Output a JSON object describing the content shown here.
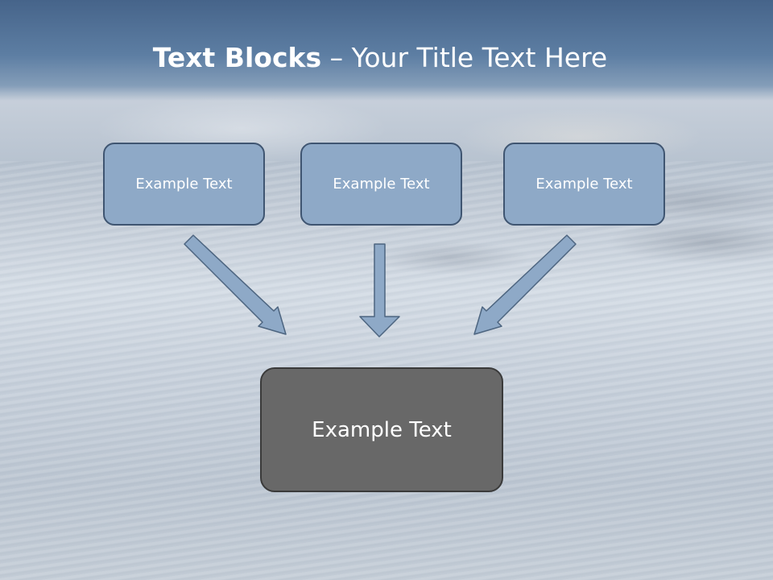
{
  "title": {
    "bold": "Text Blocks",
    "separator": " – ",
    "rest": "Your Title Text Here"
  },
  "sources": [
    {
      "label": "Example Text"
    },
    {
      "label": "Example Text"
    },
    {
      "label": "Example Text"
    }
  ],
  "target": {
    "label": "Example Text"
  },
  "colors": {
    "header": "#5d7ea3",
    "source_fill": "#8ea9c7",
    "source_border": "#3f5571",
    "target_fill": "#686868",
    "arrow_fill": "#8ea9c7"
  }
}
